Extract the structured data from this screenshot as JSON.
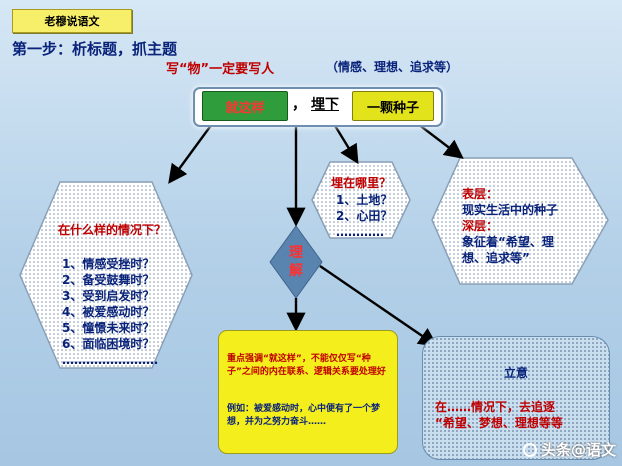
{
  "tag": "老穆说语文",
  "step": "第一步：析标题，抓主题",
  "hint_red": "写“物”一定要写人",
  "hint_blue": "（情感、理想、追求等）",
  "title": {
    "left": "就这样",
    "comma": "，",
    "bury": "埋下",
    "right": "一颗种子"
  },
  "center_diamond": {
    "line1": "理",
    "line2": "解"
  },
  "left_hex": {
    "heading": "在什么样的情况下？",
    "items": [
      "1、情感受挫时？",
      "2、备受鼓舞时？",
      "3、受到启发时？",
      "4、被爱感动时？",
      "5、憧憬未来时？",
      "6、面临困境时？"
    ],
    "dots": "……………………"
  },
  "mid_hex": {
    "heading": "埋在哪里？",
    "items": [
      "1、土地？",
      "2、心田？"
    ],
    "dots": "…………"
  },
  "right_hex": {
    "l1": "表层：",
    "l2": "现实生活中的种子",
    "l3": "深层：",
    "l4": "象征着“希望、理",
    "l5": "想、追求等”"
  },
  "yellow_box": {
    "p1": "重点强调“就这样”，不能仅仅写“种子”之间的内在联系、逻辑关系要处理好",
    "p2": "例如：被爱感动时，心中便有了一个梦想，并为之努力奋斗……"
  },
  "blue_box": {
    "title": "立意",
    "line1": "在……情况下，去追逐",
    "line2": "“希望、梦想、理想等等"
  },
  "brand": "头条@语文"
}
